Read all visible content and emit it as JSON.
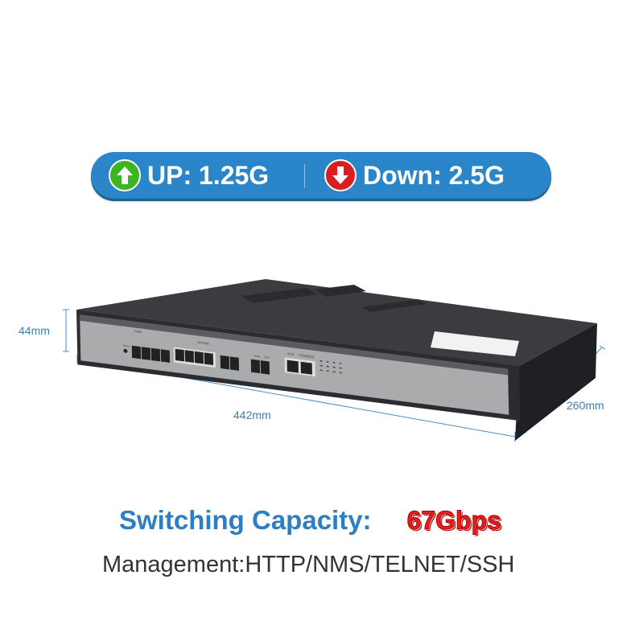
{
  "speed_banner": {
    "up_label": "UP: 1.25G",
    "down_label": "Down: 2.5G",
    "up_icon": "arrow-up-circle-icon",
    "down_icon": "arrow-down-circle-icon",
    "up_color": "#3cb521",
    "down_color": "#d81e1e",
    "banner_color": "#2a86c8"
  },
  "dimensions": {
    "height": "44mm",
    "width": "442mm",
    "depth": "260mm"
  },
  "device_labels": {
    "pon": "PON",
    "uplink": "UPLINK",
    "eth": "ETH",
    "console": "CONSOLE",
    "reset": "Reset",
    "xge1": "XGE1",
    "xge2": "XGE2"
  },
  "specs": {
    "switching_label": "Switching Capacity:",
    "switching_value": "67Gbps",
    "management": "Management:HTTP/NMS/TELNET/SSH"
  }
}
